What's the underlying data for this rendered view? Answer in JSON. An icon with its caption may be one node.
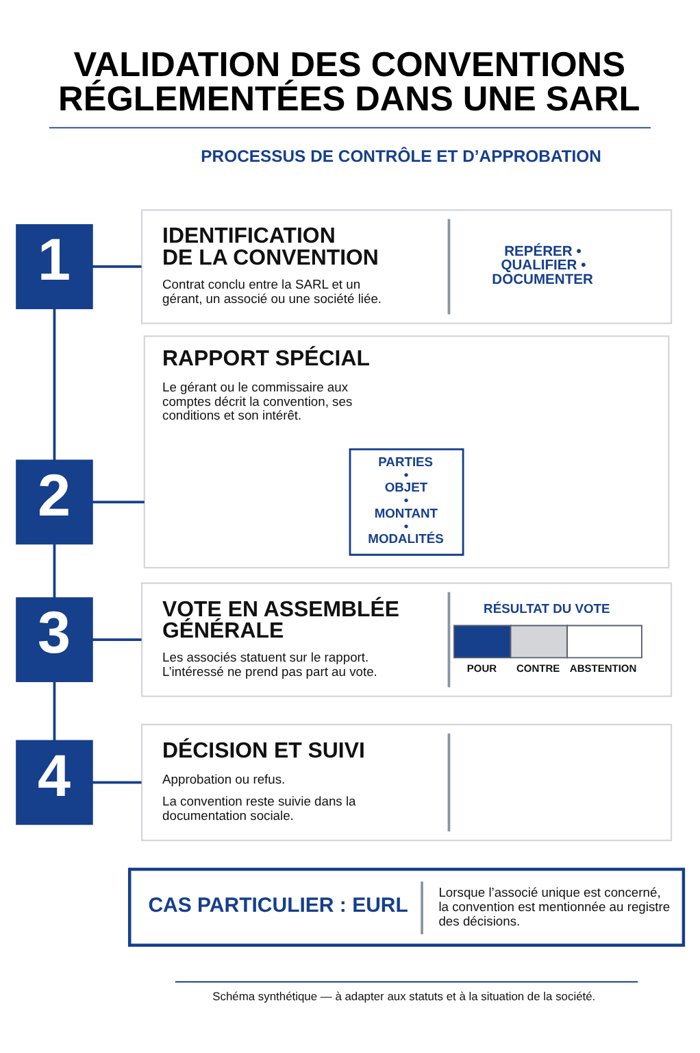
{
  "diagram": {
    "title": "VALIDATION DES CONVENTIONS RÉGLEMENTÉES DANS UNE SARL",
    "caption": "Schéma synthétique — à adapter aux statuts et à la situation de la société.",
    "nodes": [
      {
        "text": [
          "1"
        ]
      },
      {
        "text": [
          "IDENTIFICATION DE LA CONVENTION",
          "Contrat conclu entre la SARL et un gérant, un associé ou une société liée.",
          "REPÉRER • QUALIFIER • DOCUMENTER"
        ]
      },
      {
        "text": [
          "2"
        ]
      },
      {
        "text": [
          "RAPPORT SPÉCIAL",
          "Le gérant ou le commissaire aux comptes décrit la convention, ses conditions et son intérêt."
        ]
      },
      {
        "text": [
          "PARTIES • OBJET • MONTANT • MODALITÉS"
        ],
        "in": 3
      },
      {
        "text": [
          "3"
        ]
      },
      {
        "text": [
          "VOTE EN ASSEMBLÉE GÉNÉRALE",
          "Les associés statuent sur le rapport. L’intéressé ne prend pas part au vote.",
          "RÉSULTAT DU VOTE",
          "POUR",
          "CONTRE",
          "ABSTENTION"
        ]
      },
      {
        "text": [
          "4"
        ]
      },
      {
        "text": [
          "DÉCISION ET SUIVI",
          "Approbation ou refus.",
          "La convention reste suivie dans la documentation sociale."
        ]
      },
      {
        "text": [
          "CAS PARTICULIER : EURL",
          "Lorsque l’associé unique est concerné, la convention est mentionnée au registre des décisions."
        ]
      }
    ],
    "edges": [
      {
        "from": 0,
        "to": 1,
        "arrow": "none"
      },
      {
        "from": 0,
        "to": 2,
        "arrow": "none"
      },
      {
        "from": 2,
        "to": 3,
        "arrow": "none"
      },
      {
        "from": 2,
        "to": 5,
        "arrow": "none"
      },
      {
        "from": 5,
        "to": 6,
        "arrow": "none"
      },
      {
        "from": 5,
        "to": 7,
        "arrow": "none"
      },
      {
        "from": 7,
        "to": 8,
        "arrow": "none"
      }
    ],
    "labels": [
      "PROCESSUS DE CONTRÔLE ET D’APPROBATION"
    ]
  }
}
